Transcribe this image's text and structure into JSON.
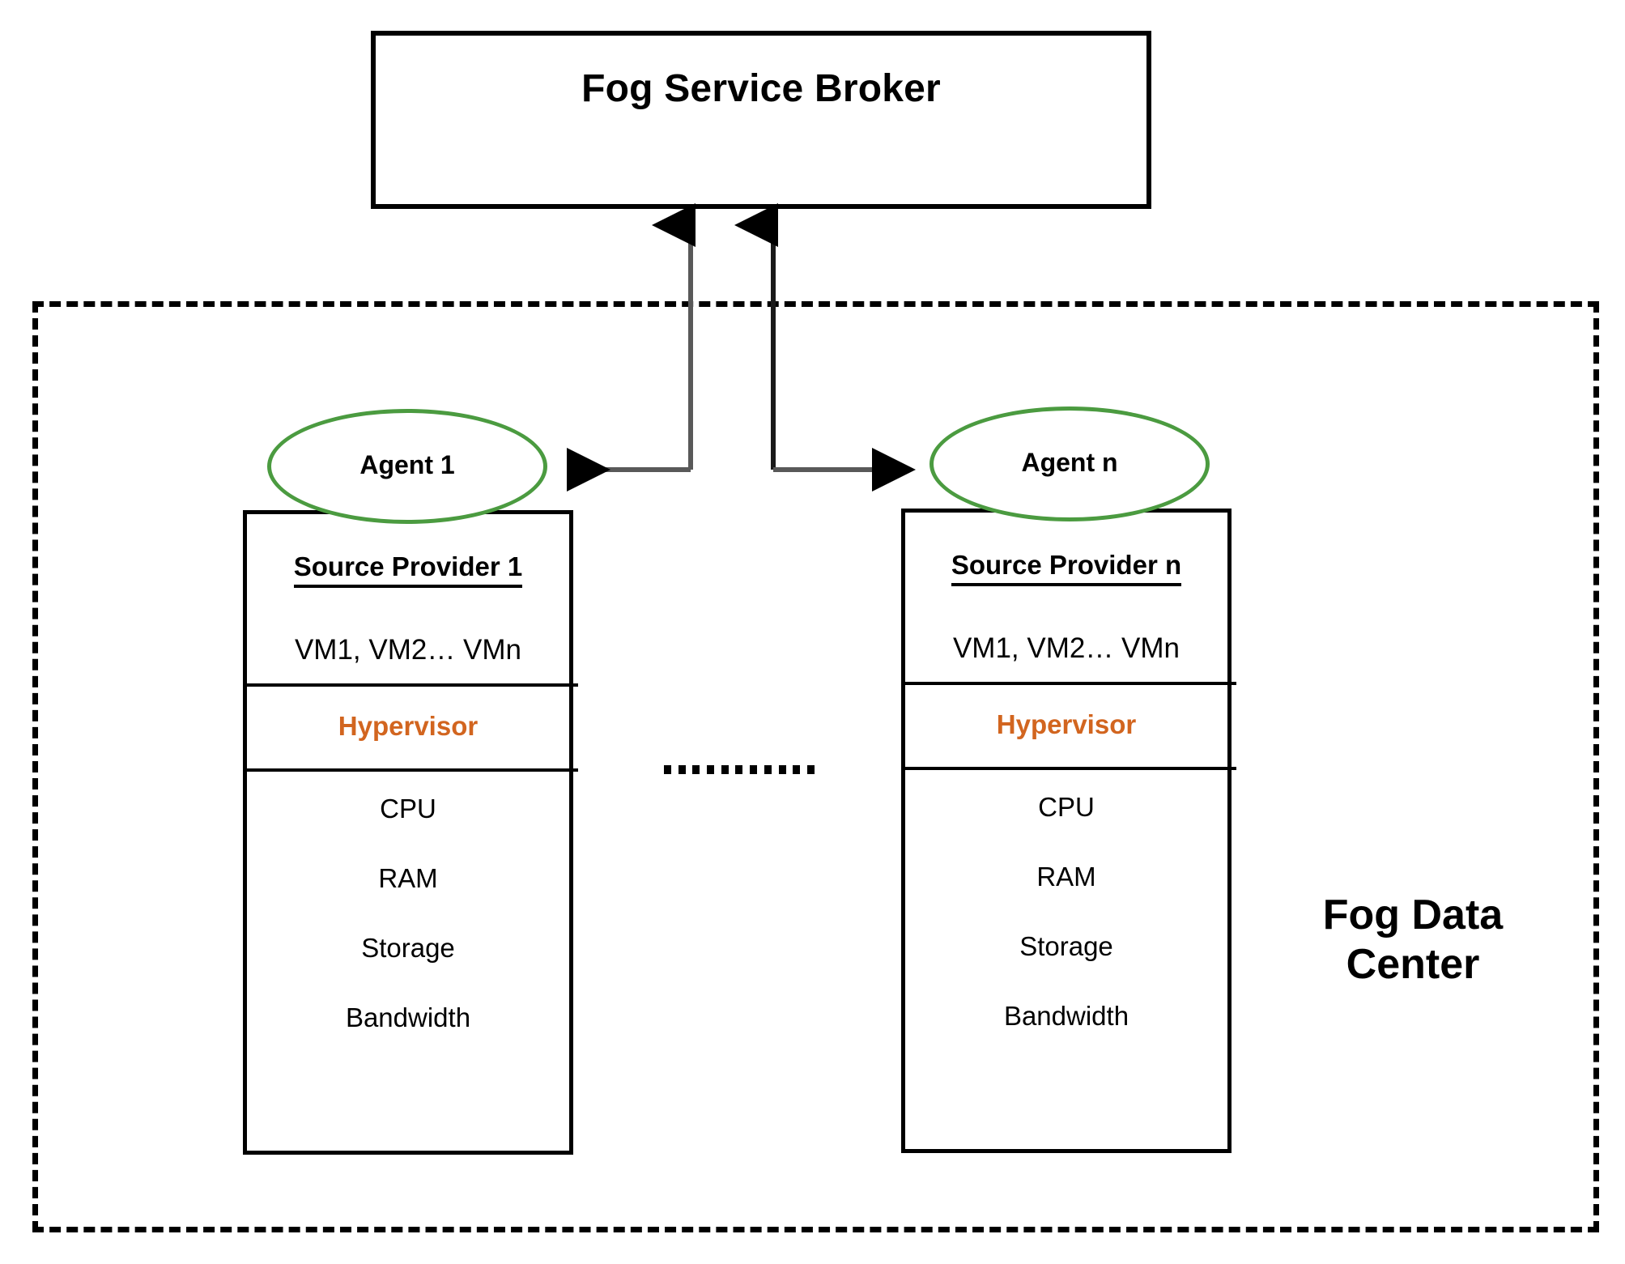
{
  "diagram": {
    "broker": {
      "title": "Fog Service Broker"
    },
    "region": {
      "label_line1": "Fog Data",
      "label_line2": "Center"
    },
    "agents": [
      {
        "label": "Agent 1",
        "name": "agent-1"
      },
      {
        "label": "Agent n",
        "name": "agent-n"
      }
    ],
    "providers": [
      {
        "title": "Source Provider 1",
        "vms": "VM1, VM2… VMn",
        "hypervisor": "Hypervisor",
        "resources": [
          "CPU",
          "RAM",
          "Storage",
          "Bandwidth"
        ]
      },
      {
        "title": "Source Provider n",
        "vms": "VM1, VM2… VMn",
        "hypervisor": "Hypervisor",
        "resources": [
          "CPU",
          "RAM",
          "Storage",
          "Bandwidth"
        ]
      }
    ],
    "colors": {
      "agent_outline": "#4b9b40",
      "hypervisor_text": "#d2651f",
      "connector": "#595959",
      "outline": "#000000"
    },
    "connections": [
      {
        "from": "Agent 1",
        "to": "Fog Service Broker",
        "style": "bidirectional-elbow"
      },
      {
        "from": "Fog Service Broker",
        "to": "Agent n",
        "style": "bidirectional-elbow"
      }
    ],
    "ellipsis": "…………"
  }
}
